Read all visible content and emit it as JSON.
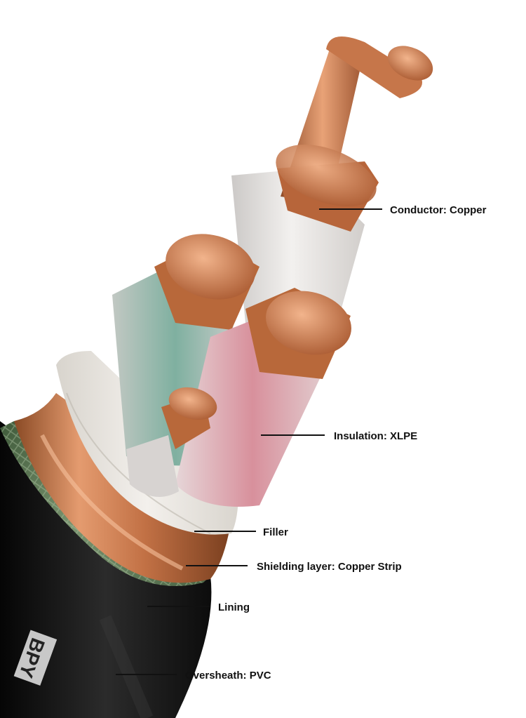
{
  "labels": {
    "conductor": "Conductor: Copper",
    "insulation": "Insulation: XLPE",
    "filler": "Filler",
    "shielding": "Shielding layer: Copper Strip",
    "lining": "Lining",
    "oversheath": "Oversheath: PVC"
  },
  "print_marking": "BPY",
  "colors": {
    "copper": "#b8683a",
    "copper_light": "#e89a6a",
    "insulation": "#e6e3e0",
    "filler": "#ebe6df",
    "lining_green": "#5d7a55",
    "sheath": "#1a1a1a",
    "text": "#111111"
  }
}
